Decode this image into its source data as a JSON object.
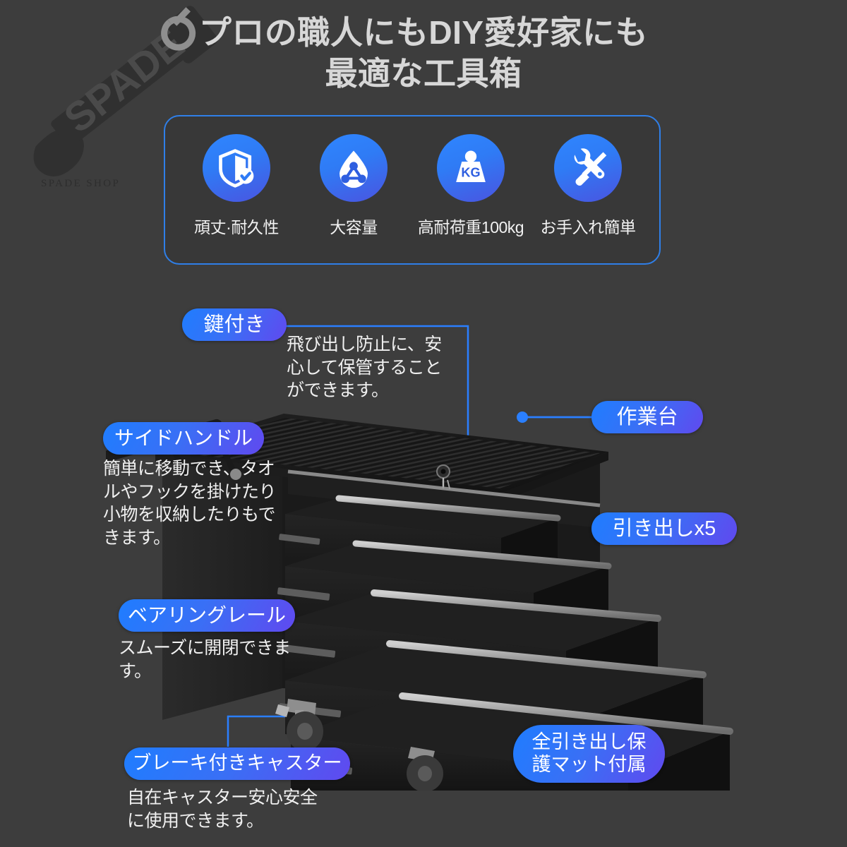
{
  "page": {
    "background_color": "#3d3d3d",
    "accent_color": "#2a7fff",
    "pill_gradient_from": "#1f7dff",
    "pill_gradient_to": "#6049ef"
  },
  "watermark": {
    "brand": "SPADE",
    "sub": "SPADE SHOP",
    "icon": "spade-shovel-icon"
  },
  "headline": {
    "line1": "プロの職人にもDIY愛好家にも",
    "line2": "最適な工具箱"
  },
  "features": [
    {
      "icon": "shield-check-icon",
      "label": "頑丈·耐久性"
    },
    {
      "icon": "droplet-capacity-icon",
      "label": "大容量"
    },
    {
      "icon": "kg-weight-icon",
      "label": "高耐荷重100kg",
      "icon_text": "KG"
    },
    {
      "icon": "wrench-screwdriver-icon",
      "label": "お手入れ簡単"
    }
  ],
  "callouts": {
    "lock": {
      "pill": "鍵付き",
      "desc_line1": "飛び出し防止に、安",
      "desc_line2": "心して保管すること",
      "desc_line3": "ができます。"
    },
    "side_handle": {
      "pill": "サイドハンドル",
      "desc_line1": "簡単に移動でき、タオ",
      "desc_line2": "ルやフックを掛けたり",
      "desc_line3": "小物を収納したりもで",
      "desc_line4": "きます。"
    },
    "bearing_rail": {
      "pill": "ベアリングレール",
      "desc_line1": "スムーズに開閉できま",
      "desc_line2": "す。"
    },
    "caster": {
      "pill": "ブレーキ付きキャスター",
      "desc_line1": "自在キャスター安心安全",
      "desc_line2": "に使用できます。"
    },
    "worktop": {
      "pill": "作業台"
    },
    "drawers": {
      "pill": "引き出しx5"
    },
    "mat": {
      "pill_line1": "全引き出し保",
      "pill_line2": "護マット付属"
    }
  },
  "product": {
    "name": "rolling-tool-cart",
    "drawer_count": 5
  }
}
